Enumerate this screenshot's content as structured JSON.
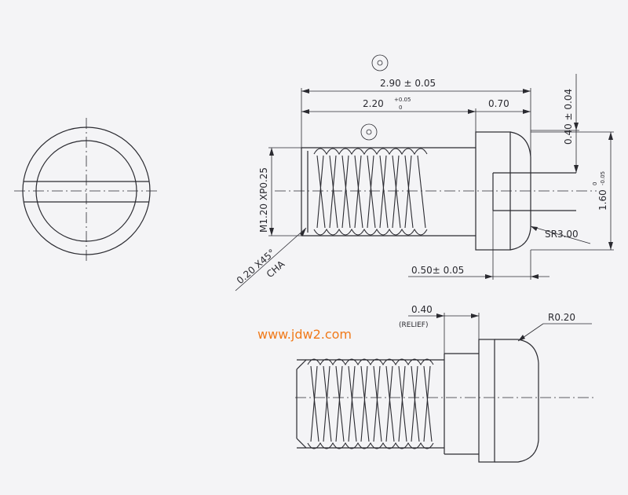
{
  "dimensions": {
    "overall_length": "2.90 ± 0.05",
    "thread_length_value": "2.20",
    "thread_length_tol_upper": "+0.05",
    "thread_length_tol_lower": "0",
    "head_length": "0.70",
    "slot_depth": "0.40 ± 0.04",
    "head_dia_value": "1.60",
    "head_dia_tol_upper": "0",
    "head_dia_tol_lower": "-0.05",
    "thread_spec": "M1.20 XP0.25",
    "chamfer": "0.20 X45°",
    "chamfer_note": "CHA",
    "sphere_radius": "SR3.00",
    "slot_width": "0.50± 0.05",
    "relief_width": "0.40",
    "relief_note": "(RELIEF)",
    "head_radius": "R0.20"
  },
  "watermark": {
    "text": "www.jdw2.com",
    "color": "#f07a1a"
  },
  "colors": {
    "ink": "#2a2a30",
    "paper": "#f4f4f6"
  }
}
